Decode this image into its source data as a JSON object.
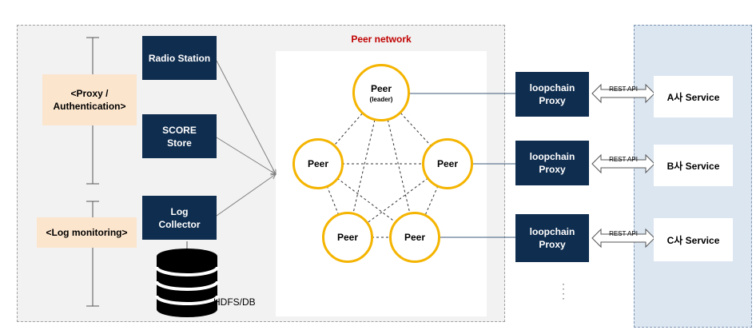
{
  "peer_network": {
    "title": "Peer network"
  },
  "left_panel": {
    "radio_station": "Radio Station",
    "score_store": [
      "SCORE",
      "Store"
    ],
    "log_collector": [
      "Log",
      "Collector"
    ],
    "proxy_auth": [
      "<Proxy /",
      "Authentication>"
    ],
    "log_monitoring": "<Log monitoring>",
    "db_label": "HDFS/DB"
  },
  "peers": {
    "leader": {
      "label": "Peer",
      "sub": "(leader)"
    },
    "left": "Peer",
    "right": "Peer",
    "bottom_left": "Peer",
    "bottom_right": "Peer"
  },
  "proxies": [
    {
      "line1": "loopchain",
      "line2": "Proxy",
      "api": "REST API",
      "service": "A사 Service"
    },
    {
      "line1": "loopchain",
      "line2": "Proxy",
      "api": "REST API",
      "service": "B사 Service"
    },
    {
      "line1": "loopchain",
      "line2": "Proxy",
      "api": "REST API",
      "service": "C사 Service"
    }
  ],
  "colors": {
    "navy": "#0f2d4f",
    "peer_border": "#f4b400",
    "peach": "#fce5cd",
    "title_red": "#c00000",
    "right_region": "#dce6f1"
  }
}
